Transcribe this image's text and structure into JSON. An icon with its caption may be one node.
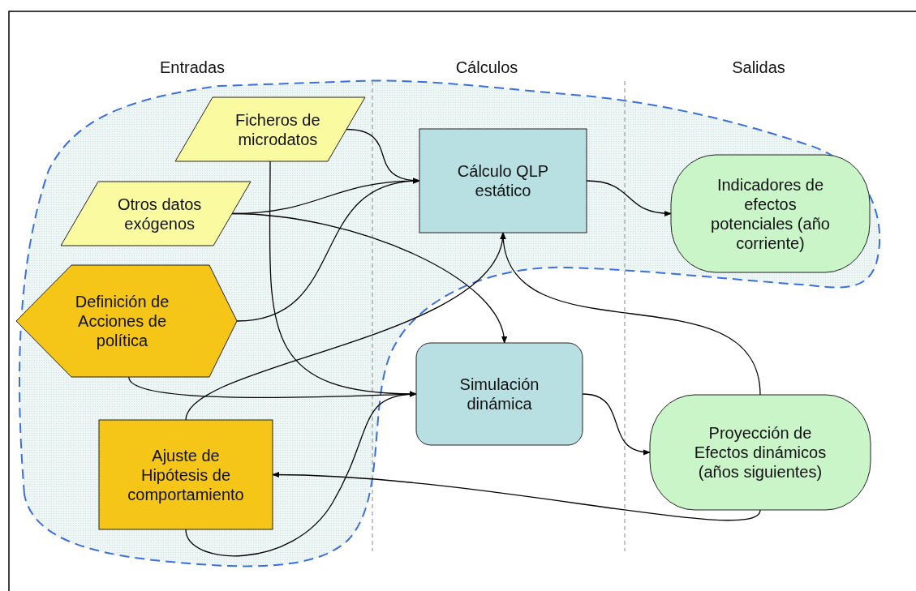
{
  "diagram": {
    "nodes": [
      {
        "text": [
          "Ficheros de microdatos"
        ]
      },
      {
        "text": [
          "Otros datos exógenos"
        ]
      },
      {
        "text": [
          "Definición de Acciones de política"
        ]
      },
      {
        "text": [
          "Ajuste de Hipótesis de comportamiento"
        ]
      },
      {
        "text": [
          "Cálculo QLP estático"
        ]
      },
      {
        "text": [
          "Simulación dinámica"
        ]
      },
      {
        "text": [
          "Indicadores de efectos potenciales (año corriente)"
        ]
      },
      {
        "text": [
          "Proyección de Efectos dinámicos (años siguientes)"
        ]
      }
    ],
    "edges": [
      {
        "from": 0,
        "to": 4,
        "arrow": "to"
      },
      {
        "from": 1,
        "to": 4,
        "arrow": "to"
      },
      {
        "from": 2,
        "to": 4,
        "arrow": "to"
      },
      {
        "from": 0,
        "to": 5,
        "arrow": "to"
      },
      {
        "from": 1,
        "to": 5,
        "arrow": "to"
      },
      {
        "from": 2,
        "to": 5,
        "arrow": "to"
      },
      {
        "from": 3,
        "to": 4,
        "arrow": "to"
      },
      {
        "from": 3,
        "to": 5,
        "arrow": "to"
      },
      {
        "from": 4,
        "to": 6,
        "arrow": "to"
      },
      {
        "from": 5,
        "to": 7,
        "arrow": "to"
      },
      {
        "from": 7,
        "to": 4,
        "arrow": "to"
      },
      {
        "from": 7,
        "to": 3,
        "arrow": "to"
      }
    ],
    "labels": [
      "Entradas",
      "Cálculos",
      "Salidas"
    ]
  }
}
